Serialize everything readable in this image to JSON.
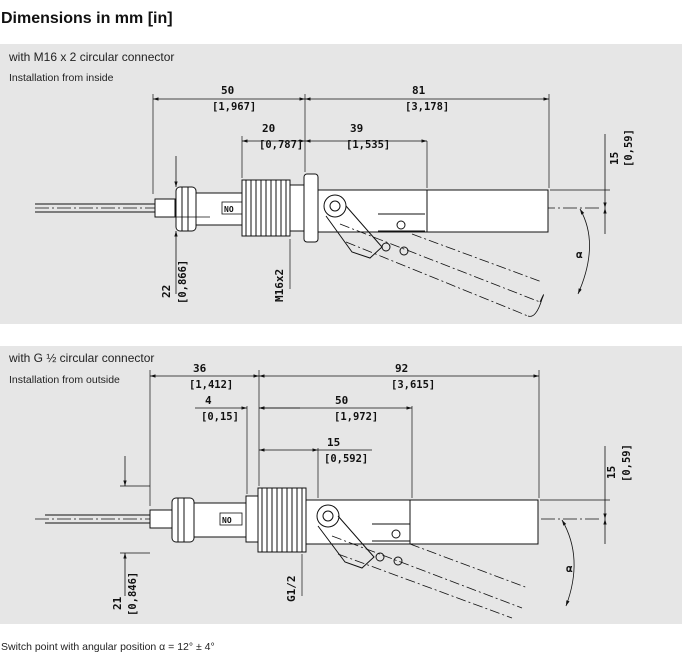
{
  "title": "Dimensions in mm [in]",
  "drawing1": {
    "heading": "with M16 x 2 circular connector",
    "subheading": "Installation from inside",
    "dims": {
      "d50": "50",
      "d50in": "[1,967]",
      "d81": "81",
      "d81in": "[3,178]",
      "d20": "20",
      "d20in": "[0,787]",
      "d39": "39",
      "d39in": "[1,535]",
      "d15": "15",
      "d15in": "[0,59]",
      "d22": "22",
      "d22in": "[0,866]",
      "thread": "M16x2",
      "angle": "α",
      "label": "NO"
    }
  },
  "drawing2": {
    "heading": "with G ½ circular connector",
    "subheading": "Installation from outside",
    "dims": {
      "d36": "36",
      "d36in": "[1,412]",
      "d92": "92",
      "d92in": "[3,615]",
      "d4": "4",
      "d4in": "[0,15]",
      "d50": "50",
      "d50in": "[1,972]",
      "d15a": "15",
      "d15ain": "[0,592]",
      "d15": "15",
      "d15in": "[0,59]",
      "d21": "21",
      "d21in": "[0,846]",
      "thread": "G1/2",
      "angle": "α",
      "label": "NO"
    }
  },
  "footer": "Switch point with angular position α = 12° ± 4°"
}
